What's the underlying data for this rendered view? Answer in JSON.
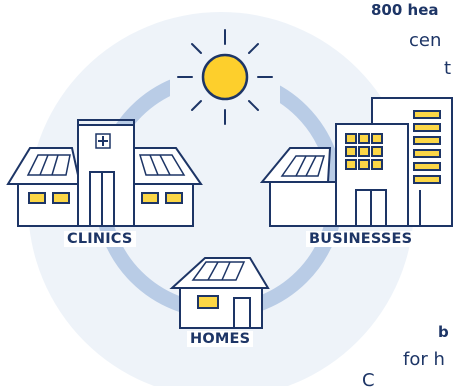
{
  "colors": {
    "navy": "#1d3566",
    "sun": "#fdcf2c",
    "window_yellow": "#fbd646",
    "ring": "#b9cce6",
    "halo": "#eef3f9",
    "solar_panel": "#ffffff"
  },
  "labels": {
    "clinics": "CLINICS",
    "businesses": "BUSINESSES",
    "homes": "HOMES"
  },
  "text_fragments": {
    "top_bold": "800 hea",
    "line2": "cen",
    "line3": "t",
    "bottom_bold": "b",
    "bottom_line": "for h",
    "bottom_cut": "C"
  },
  "icons": [
    "sun-icon",
    "medical-cross-icon",
    "solar-panel-icon"
  ]
}
